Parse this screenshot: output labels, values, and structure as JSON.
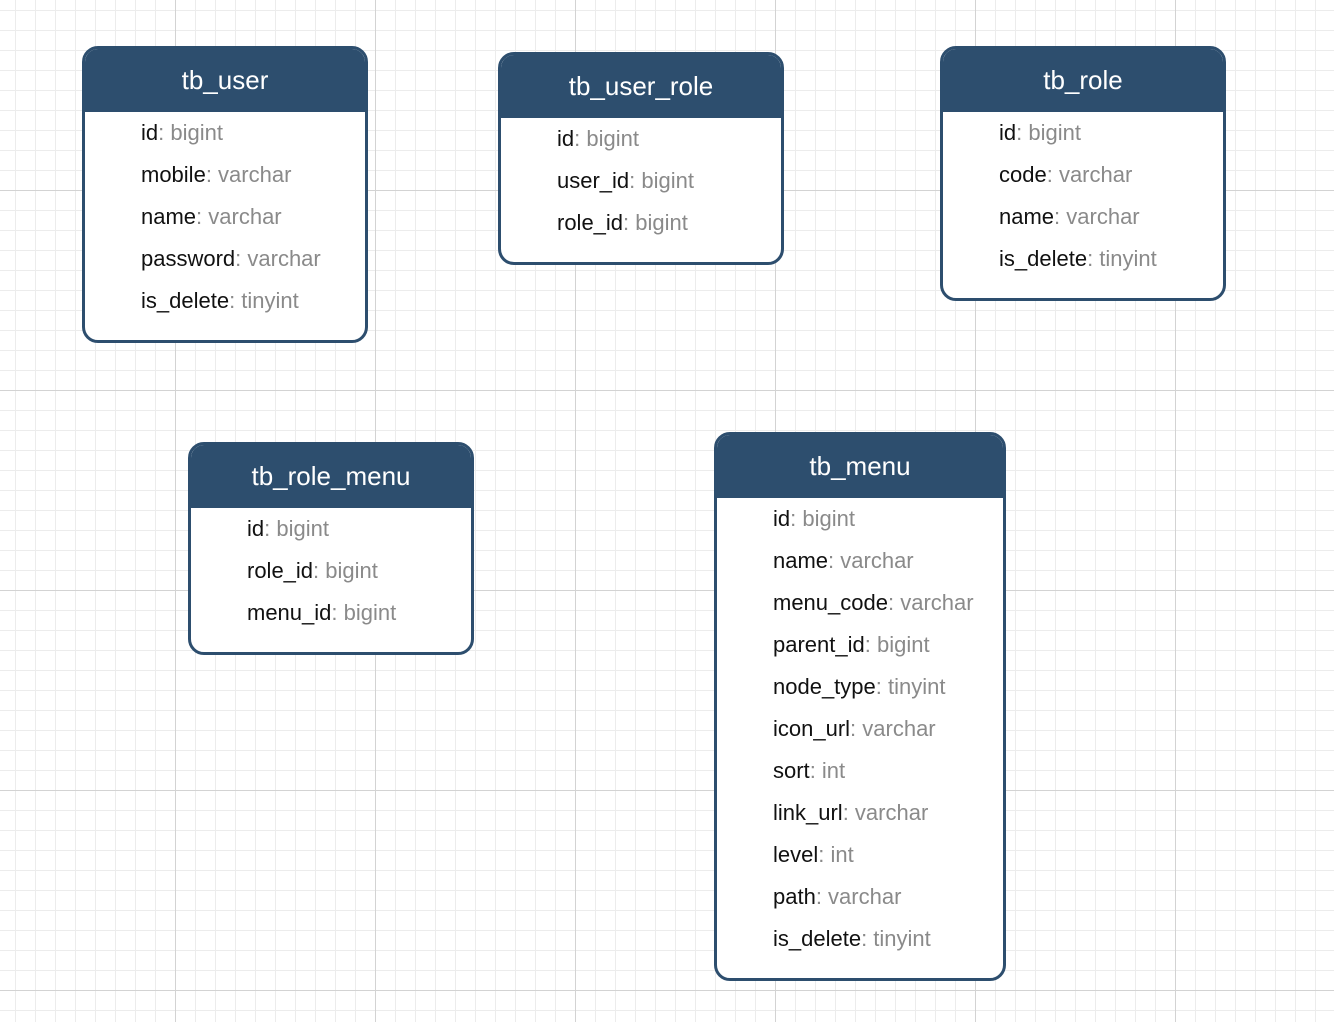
{
  "tables": [
    {
      "id": "tb_user",
      "title": "tb_user",
      "fields": [
        {
          "name": "id",
          "type": ": bigint"
        },
        {
          "name": "mobile",
          "type": ": varchar"
        },
        {
          "name": "name",
          "type": ": varchar"
        },
        {
          "name": "password",
          "type": ": varchar"
        },
        {
          "name": "is_delete",
          "type": ": tinyint"
        }
      ]
    },
    {
      "id": "tb_user_role",
      "title": "tb_user_role",
      "fields": [
        {
          "name": "id",
          "type": ": bigint"
        },
        {
          "name": "user_id",
          "type": ": bigint"
        },
        {
          "name": "role_id",
          "type": ": bigint"
        }
      ]
    },
    {
      "id": "tb_role",
      "title": "tb_role",
      "fields": [
        {
          "name": "id",
          "type": ": bigint"
        },
        {
          "name": "code",
          "type": ": varchar"
        },
        {
          "name": "name",
          "type": ": varchar"
        },
        {
          "name": "is_delete",
          "type": ": tinyint"
        }
      ]
    },
    {
      "id": "tb_role_menu",
      "title": "tb_role_menu",
      "fields": [
        {
          "name": "id",
          "type": ": bigint"
        },
        {
          "name": "role_id",
          "type": ": bigint"
        },
        {
          "name": "menu_id",
          "type": ": bigint"
        }
      ]
    },
    {
      "id": "tb_menu",
      "title": "tb_menu",
      "fields": [
        {
          "name": "id",
          "type": ": bigint"
        },
        {
          "name": "name",
          "type": ": varchar"
        },
        {
          "name": "menu_code",
          "type": ": varchar"
        },
        {
          "name": "parent_id",
          "type": ": bigint"
        },
        {
          "name": "node_type",
          "type": ": tinyint"
        },
        {
          "name": "icon_url",
          "type": ": varchar"
        },
        {
          "name": "sort",
          "type": ": int"
        },
        {
          "name": "link_url",
          "type": ": varchar"
        },
        {
          "name": "level",
          "type": ": int"
        },
        {
          "name": "path",
          "type": ": varchar"
        },
        {
          "name": "is_delete",
          "type": ": tinyint"
        }
      ]
    }
  ],
  "colors": {
    "header": "#2d4e6e",
    "field_name": "#111111",
    "field_type": "#8a8a8a"
  }
}
